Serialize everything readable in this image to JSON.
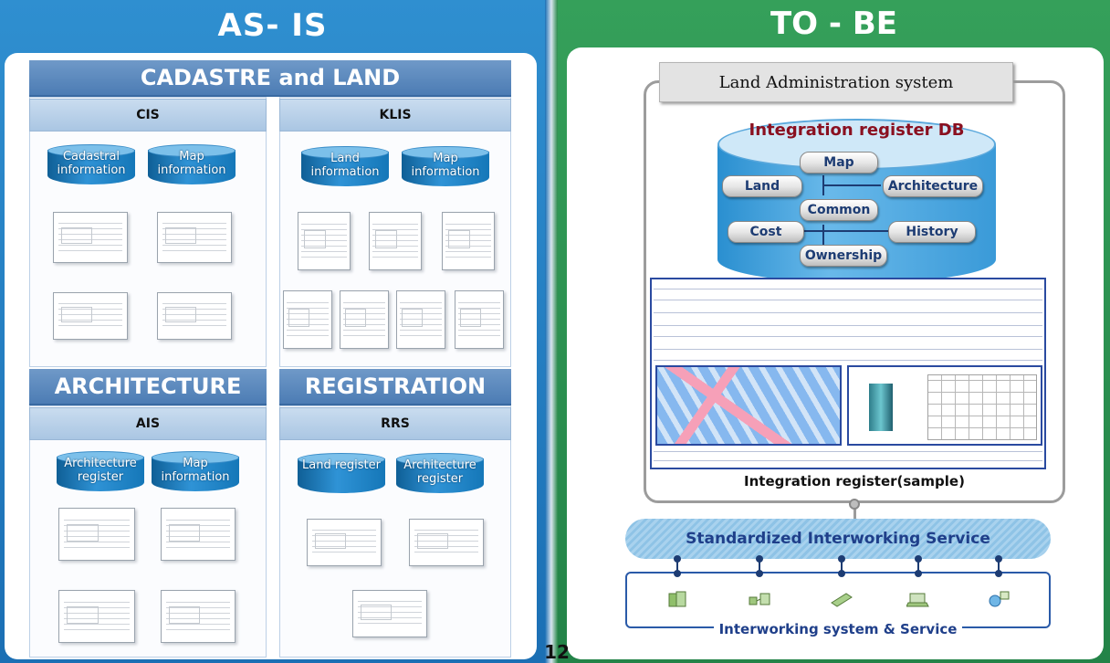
{
  "as_is": {
    "title": "AS- IS",
    "cadastre": {
      "title": "CADASTRE and LAND",
      "cis": {
        "label": "CIS",
        "dbs": [
          "Cadastral information",
          "Map information"
        ]
      },
      "klis": {
        "label": "KLIS",
        "dbs": [
          "Land information",
          "Map information"
        ]
      }
    },
    "architecture": {
      "title": "ARCHITECTURE",
      "ais": {
        "label": "AIS",
        "dbs": [
          "Architecture register",
          "Map information"
        ]
      }
    },
    "registration": {
      "title": "REGISTRATION",
      "rrs": {
        "label": "RRS",
        "dbs": [
          "Land register",
          "Architecture register"
        ]
      }
    }
  },
  "to_be": {
    "title": "TO - BE",
    "system_title": "Land Administration system",
    "db_title": "Integration register DB",
    "db_items": {
      "map": "Map",
      "land": "Land",
      "architecture": "Architecture",
      "common": "Common",
      "cost": "Cost",
      "history": "History",
      "ownership": "Ownership"
    },
    "sample_label": "Integration register(sample)",
    "service_band": "Standardized Interworking Service",
    "system_label": "Interworking system & Service"
  },
  "page_number": "12",
  "colors": {
    "as_is_blue": "#1b6fb4",
    "to_be_green": "#238348",
    "db_title_red": "#8a1020",
    "service_blue": "#1f3f8a"
  }
}
